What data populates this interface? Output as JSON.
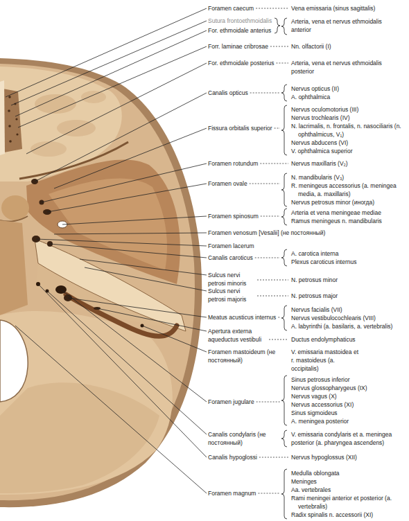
{
  "diagram": {
    "labels": [
      "Foramen caecum",
      "Vena emissaria (sinus sagittalis)",
      "Sutura frontoethmoidalis",
      "For. ethmoidale anterius",
      "Arteria, vena et nervus ethmoidalis anterior",
      "Forr. laminae cribrosae",
      "Nn. olfactorii (I)",
      "For. ethmoidale posterius",
      "Arteria, vena et nervus ethmoidalis posterior",
      "Canalis opticus",
      "Nervus opticus (II)",
      "A. ophthalmica",
      "Fissura orbitalis superior",
      "Nervus oculomotorius (III)",
      "Nervus trochlearis (IV)",
      "N. lacrimalis, n. frontalis, n. nasociliaris (n. ophthalmicus, V₁)",
      "Nervus abducens (VI)",
      "V. ophthalmica superior",
      "Foramen rotundum",
      "Nervus maxillaris (V₂)",
      "Foramen ovale",
      "N. mandibularis (V₃)",
      "R. meningeus accessorius (a. meningea media, a. maxillaris)",
      "Nervus petrosus minor (иногда)",
      "Foramen spinosum",
      "Arteria et vena meningeae mediae",
      "Ramus meningeus n. mandibularis",
      "Foramen venosum [Vesalii] (не постоянный)",
      "Foramen lacerum",
      "Canalis caroticus",
      "A. carotica interna",
      "Plexus caroticus internus",
      "Sulcus nervi petrosi minoris",
      "N. petrosus minor",
      "Sulcus nervi petrosi majoris",
      "N. petrosus major",
      "Meatus acusticus internus",
      "Nervus facialis (VII)",
      "Nervus vestibulocochlearis (VIII)",
      "A. labyrinthi (a. basilaris, a. vertebralis)",
      "Apertura externa aqueductus vestibuli",
      "Ductus endolymphaticus",
      "Foramen mastoideum (не постоянный)",
      "V. emissaria mastoidea et r. mastoideus (a. occipitalis)",
      "Foramen jugulare",
      "Sinus petrosus inferior",
      "Nervus glossopharygeus (IX)",
      "Nervus vagus (X)",
      "Nervus accessorius (XI)",
      "Sinus sigmoideus",
      "A. meningea posterior",
      "Canalis condylaris (не постоянный)",
      "V. emissaria condylaris et a. meningea posterior (a. pharyngea ascendens)",
      "Canalis hypoglossi",
      "Nervus hypoglossus (XII)",
      "Foramen magnum",
      "Medulla oblongata",
      "Meninges",
      "Aa. vertebrales",
      "Rami meningei anterior et posterior (a. vertebralis)",
      "Radix spinalis n. accessorii (XI)"
    ]
  }
}
